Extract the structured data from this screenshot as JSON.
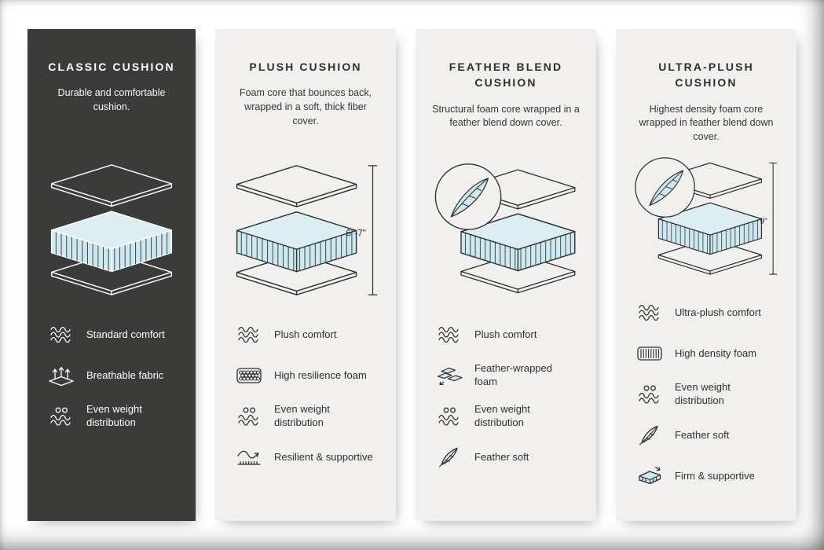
{
  "colors": {
    "page_background": "#ffffff",
    "light_panel_background": "#f1f0ee",
    "dark_panel_background": "#3b3b39",
    "foam_side_fill": "#cfe7ed",
    "foam_top_fill": "#ddeef3",
    "outline_on_light": "#2f2f2e",
    "outline_on_dark": "#ffffff"
  },
  "panels": [
    {
      "id": "classic",
      "theme": "dark",
      "title": "CLASSIC CUSHION",
      "description": "Durable and comfortable cushion.",
      "diagram": {
        "feather_badge": false,
        "height_label": ""
      },
      "features": [
        {
          "icon": "waves-icon",
          "label": "Standard comfort"
        },
        {
          "icon": "breathable-icon",
          "label": "Breathable fabric"
        },
        {
          "icon": "even-weight-icon",
          "label": "Even weight distribution"
        }
      ]
    },
    {
      "id": "plush",
      "theme": "light",
      "title": "PLUSH CUSHION",
      "description": "Foam core that bounces back, wrapped in a soft, thick fiber cover.",
      "diagram": {
        "feather_badge": false,
        "height_label": "6\"-7\""
      },
      "features": [
        {
          "icon": "waves-icon",
          "label": "Plush comfort"
        },
        {
          "icon": "foam-cells-icon",
          "label": "High resilience foam"
        },
        {
          "icon": "even-weight-icon",
          "label": "Even weight distribution"
        },
        {
          "icon": "spring-icon",
          "label": "Resilient & supportive"
        }
      ]
    },
    {
      "id": "feather-blend",
      "theme": "light",
      "title": "FEATHER BLEND CUSHION",
      "description": "Structural foam core wrapped in a feather blend down cover.",
      "diagram": {
        "feather_badge": true,
        "height_label": ""
      },
      "features": [
        {
          "icon": "waves-icon",
          "label": "Plush comfort"
        },
        {
          "icon": "feather-foam-icon",
          "label": "Feather-wrapped foam"
        },
        {
          "icon": "even-weight-icon",
          "label": "Even weight distribution"
        },
        {
          "icon": "feather-icon",
          "label": "Feather soft"
        }
      ]
    },
    {
      "id": "ultra-plush",
      "theme": "light",
      "title": "ULTRA-PLUSH CUSHION",
      "description": "Highest density foam core wrapped in feather blend down cover.",
      "diagram": {
        "feather_badge": true,
        "height_label": "9\""
      },
      "features": [
        {
          "icon": "waves-icon",
          "label": "Ultra-plush comfort"
        },
        {
          "icon": "density-foam-icon",
          "label": "High density foam"
        },
        {
          "icon": "even-weight-icon",
          "label": "Even weight distribution"
        },
        {
          "icon": "feather-icon",
          "label": "Feather soft"
        },
        {
          "icon": "firm-icon",
          "label": "Firm & supportive"
        }
      ]
    }
  ]
}
